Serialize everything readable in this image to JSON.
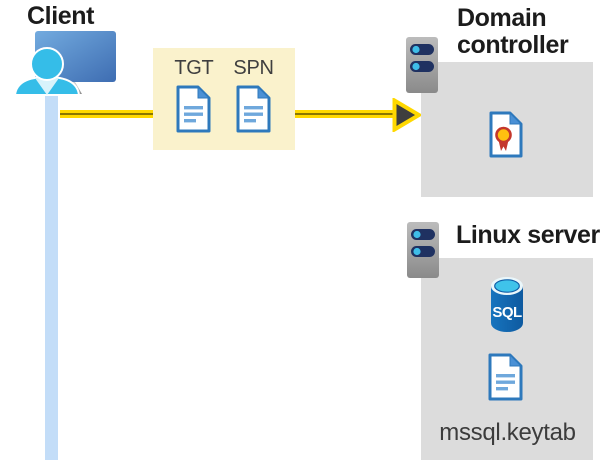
{
  "client": {
    "label": "Client",
    "icon": "client-computer-icon"
  },
  "tickets": [
    {
      "label": "TGT",
      "icon": "document-icon"
    },
    {
      "label": "SPN",
      "icon": "document-icon"
    }
  ],
  "domain_controller": {
    "label": "Domain controller",
    "icons": [
      "server-icon",
      "certificate-icon"
    ]
  },
  "linux_server": {
    "label": "Linux server",
    "sql_label": "SQL",
    "keytab_label": "mssql.keytab",
    "icons": [
      "server-icon",
      "sql-database-icon",
      "document-icon"
    ]
  },
  "colors": {
    "ticket_box_yellow": "#FAF2CC",
    "arrow_yellow": "#FFD800",
    "arrow_core": "#8A7600",
    "arrowhead_dark": "#3E3E3E",
    "panel_gray": "#DCDCDC",
    "timeline_blue": "#C3DDF8",
    "document_blue": "#2E79BC",
    "document_line_blue": "#6FA8DC",
    "monitor_blue": "#4F84C6",
    "person_cyan": "#35BDE8",
    "server_gray": "#A3A3A3",
    "server_slot_navy": "#1F3161",
    "server_dot_cyan": "#3FBDE8",
    "sql_body_blue": "#1269B8",
    "sql_top_cyan": "#3FC3EA",
    "certificate_red": "#C4372C",
    "certificate_gold": "#FFC010",
    "title_text": "#1C1C1C",
    "label_text": "#3F3F3F"
  }
}
